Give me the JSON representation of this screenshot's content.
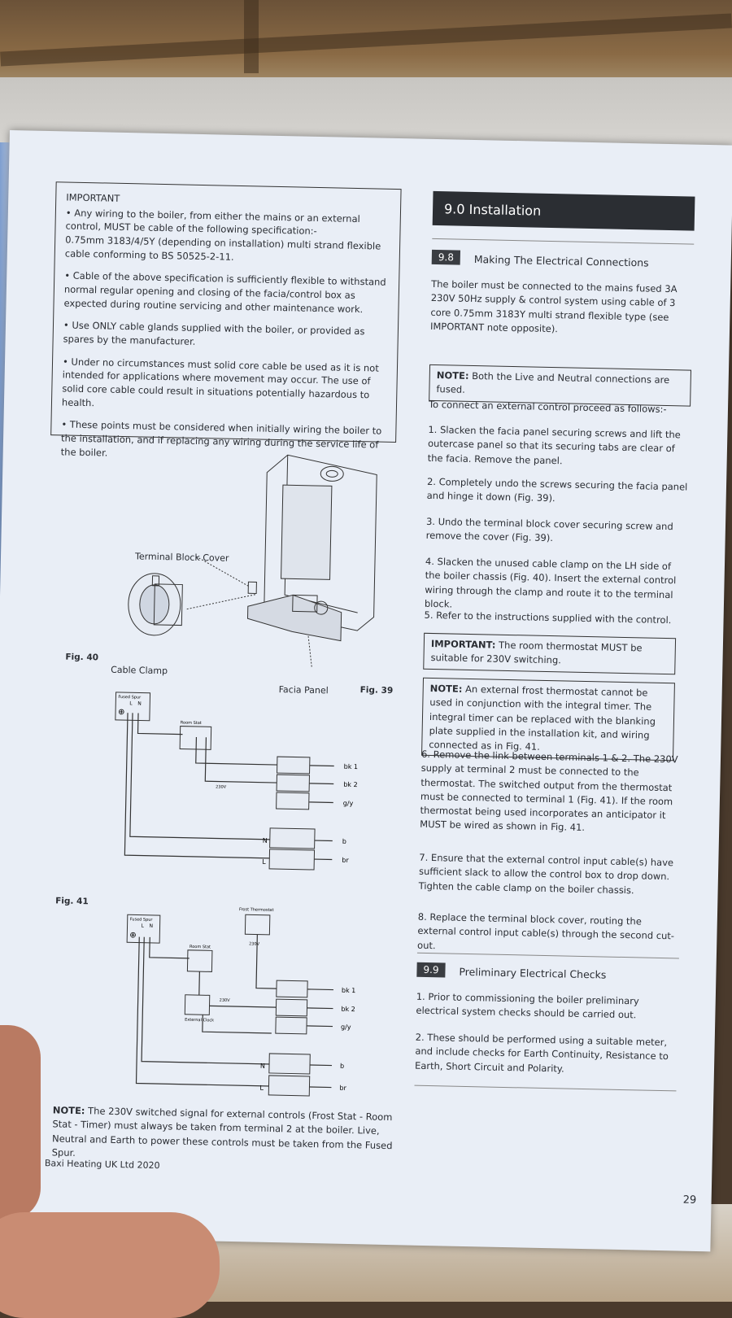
{
  "important": {
    "title": "IMPORTANT",
    "p1a": "• Any wiring to the boiler, from either the mains or an external control, MUST be cable of the following specification:-",
    "p1b": "0.75mm 3183/4/5Y (depending on installation) multi strand flexible cable conforming to BS 50525-2-11.",
    "p2": "• Cable of the above specification is sufficiently flexible to withstand normal regular opening and closing of the facia/control box as expected during routine servicing and other maintenance work.",
    "p3": "• Use ONLY cable glands supplied with the boiler, or provided as spares by the manufacturer.",
    "p4": "• Under no circumstances must solid core cable be used as it is not intended for applications where movement may occur. The use of solid core cable could result in situations potentially hazardous to health.",
    "p5": "• These points must be considered when initially wiring the boiler to the installation, and if replacing any wiring during the service life of the boiler."
  },
  "section": {
    "title": "9.0  Installation"
  },
  "s98": {
    "num": "9.8",
    "title": "Making The Electrical Connections",
    "intro": "The boiler must be connected to the mains fused 3A 230V 50Hz supply & control system using cable of 3 core 0.75mm 3183Y multi strand flexible type (see IMPORTANT note opposite).",
    "note1_label": "NOTE:",
    "note1_text": " Both the Live and Neutral connections are fused.",
    "lead": "To connect an external control proceed as follows:-",
    "step1": "1. Slacken the facia panel securing screws and lift the outercase panel so that its securing tabs are clear of the facia. Remove the panel.",
    "step2": "2. Completely undo the screws securing the facia panel and hinge it down (Fig. 39).",
    "step3": "3. Undo the terminal block cover securing screw and remove the cover (Fig. 39).",
    "step4": "4. Slacken the unused cable clamp on the LH side of the boiler chassis (Fig. 40). Insert the external control wiring through the clamp and route it to the terminal block.",
    "step5": "5. Refer to the instructions supplied with the control.",
    "imp_label": "IMPORTANT:",
    "imp_text": " The room thermostat MUST be suitable for 230V switching.",
    "note2_label": "NOTE:",
    "note2_text": " An external frost thermostat cannot be used in conjunction with the integral timer. The integral timer can be replaced with the blanking plate supplied in the installation kit, and wiring connected as in Fig. 41.",
    "step6": "6. Remove the link between terminals 1 & 2. The 230V supply at terminal 2 must be connected to the thermostat. The switched output from the thermostat must be connected to terminal 1 (Fig. 41). If the room thermostat being used incorporates an anticipator it MUST be wired as shown in Fig. 41.",
    "step7": "7. Ensure that the external control input cable(s) have sufficient slack to allow the control box to drop down. Tighten the cable clamp on the boiler chassis.",
    "step8": "8. Replace the terminal block cover, routing the external control input cable(s) through the second cut-out."
  },
  "s99": {
    "num": "9.9",
    "title": "Preliminary Electrical Checks",
    "step1": "1. Prior to commissioning the boiler preliminary electrical system checks should be carried out.",
    "step2": "2. These should be performed using a suitable meter, and include checks for Earth Continuity, Resistance to Earth, Short Circuit and Polarity."
  },
  "figures": {
    "terminal_block_cover": "Terminal Block Cover",
    "fig40": "Fig. 40",
    "cable_clamp": "Cable Clamp",
    "facia_panel": "Facia Panel",
    "fig39": "Fig. 39",
    "fig41": "Fig. 41",
    "fused_spur": "Fused Spur",
    "room_stat": "Room Stat",
    "frost_thermostat": "Frost Thermostat",
    "external_clock": "External Clock",
    "v230": "230V",
    "terms": [
      "bk 1",
      "bk 2",
      "g/y",
      "b",
      "br"
    ],
    "L": "L",
    "N": "N"
  },
  "footer": {
    "note_label": "NOTE:",
    "note_text": " The 230V switched signal for external controls (Frost Stat - Room Stat - Timer) must always be taken from terminal 2 at the boiler. Live, Neutral and Earth to power these controls must be taken from the Fused Spur.",
    "copyright": "© Baxi Heating UK Ltd 2020",
    "page_number": "29"
  }
}
